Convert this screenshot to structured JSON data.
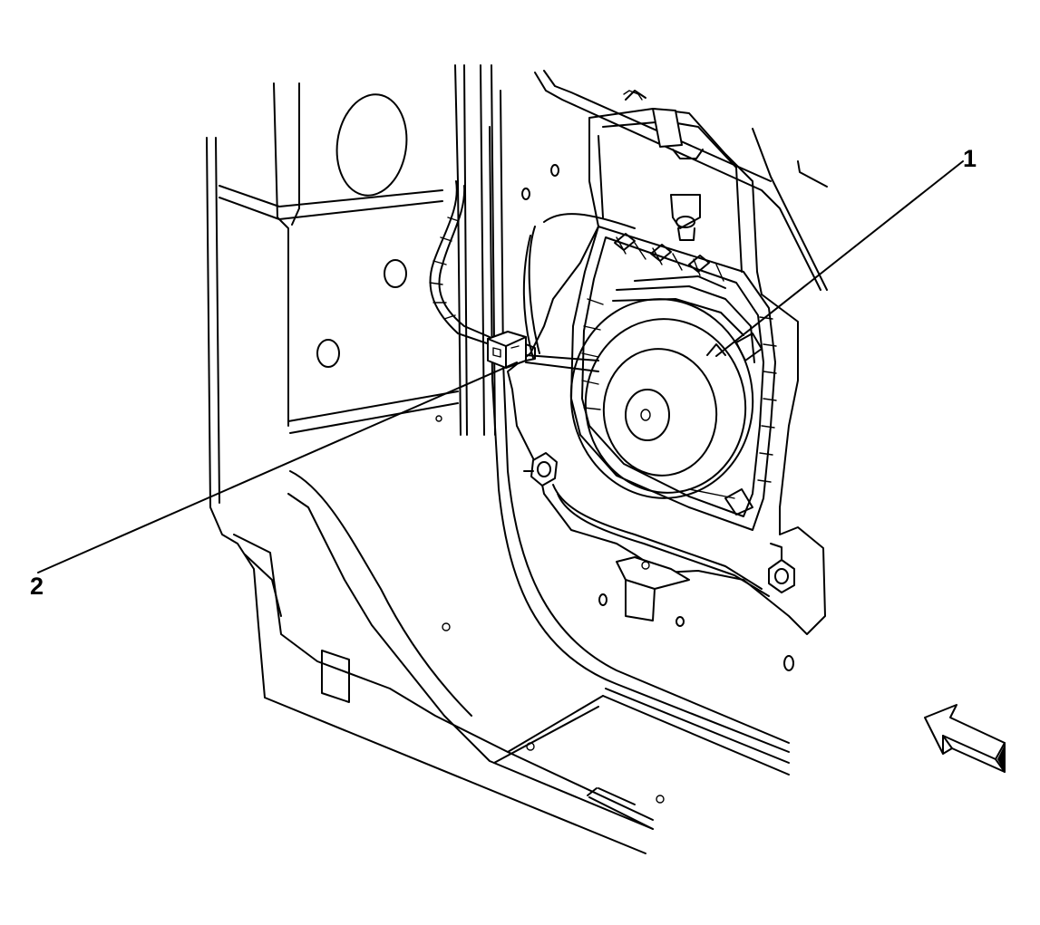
{
  "callouts": [
    {
      "id": "1",
      "label": "1"
    },
    {
      "id": "2",
      "label": "2"
    }
  ],
  "icons": {
    "view_direction": "view-direction-arrow-icon",
    "speaker": "speaker-icon",
    "connector": "electrical-connector-icon"
  }
}
